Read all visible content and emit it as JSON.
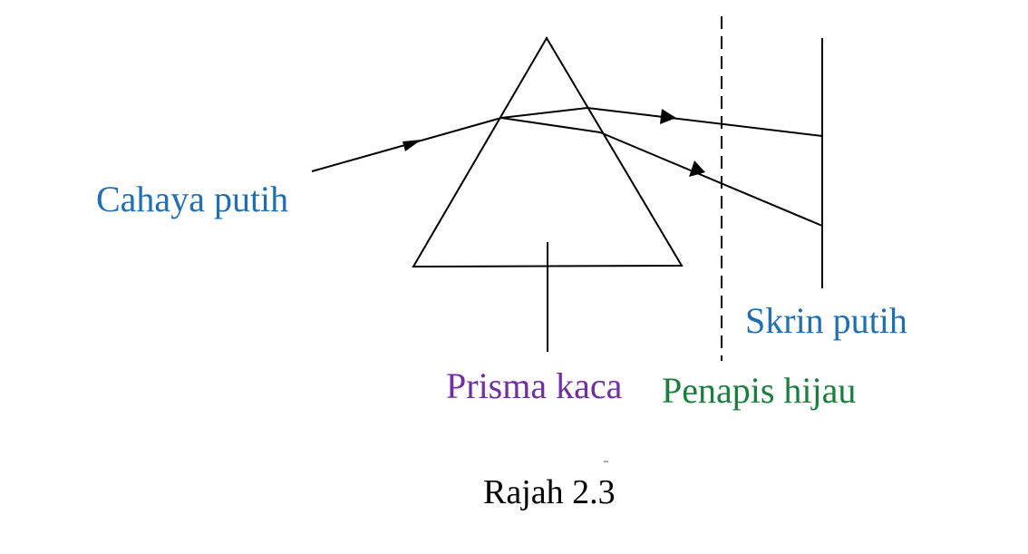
{
  "labels": {
    "light": "Cahaya putih",
    "prism": "Prisma kaca",
    "filter": "Penapis hijau",
    "screen": "Skrin putih",
    "caption": "Rajah 2.3"
  },
  "colors": {
    "line": "#000000",
    "light_label": "#1f6fb2",
    "prism_label": "#7030a0",
    "filter_label": "#1a7f3c",
    "screen_label": "#1f6fb2",
    "caption": "#000000"
  }
}
